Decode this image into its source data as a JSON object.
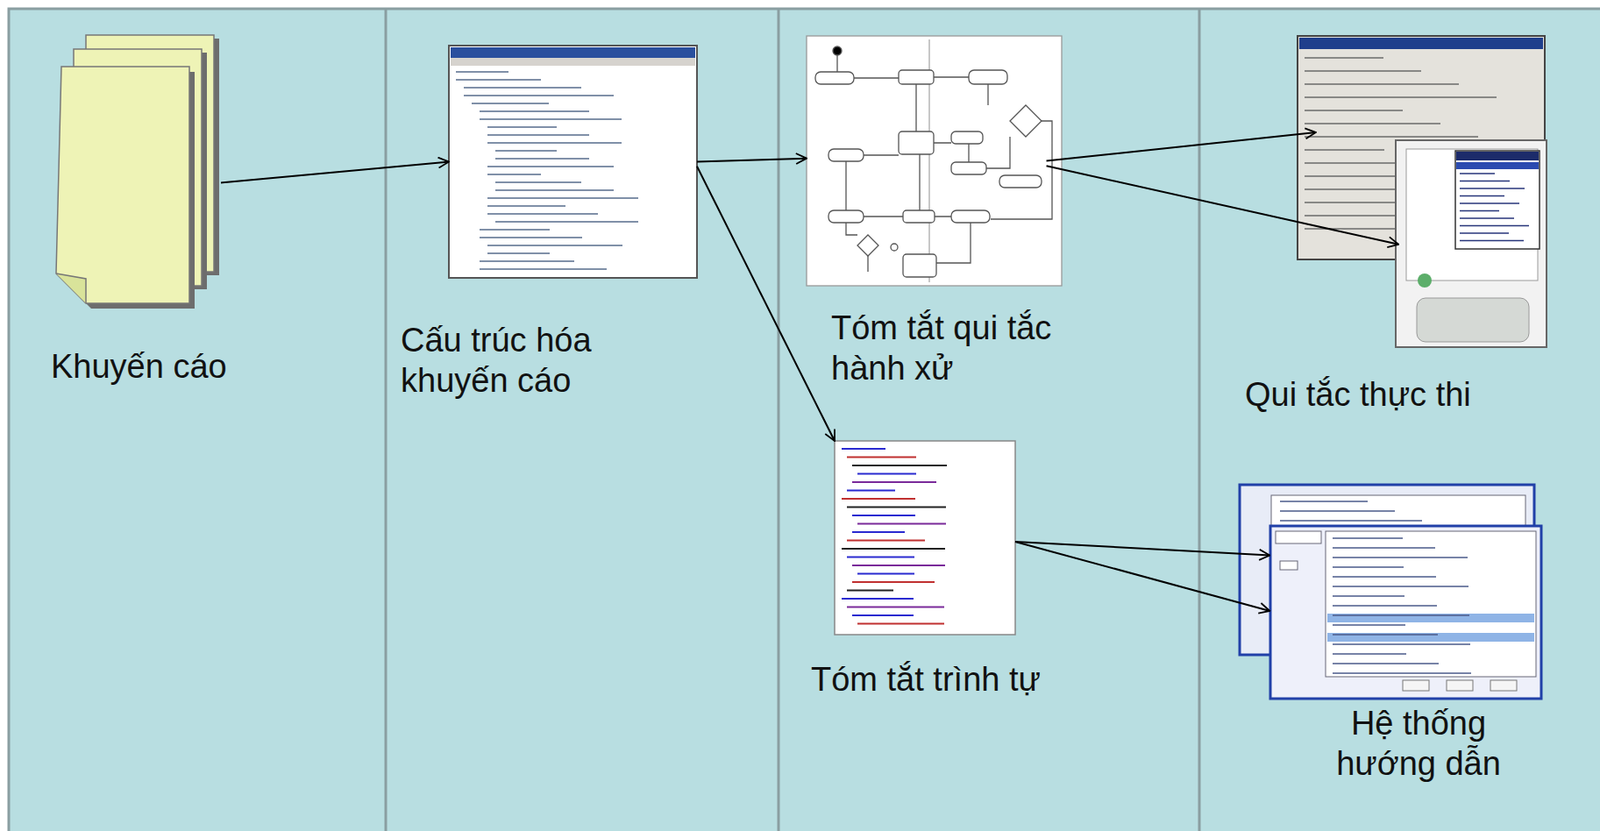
{
  "diagram": {
    "nodes": [
      {
        "text": [
          "Khuyến cáo"
        ]
      },
      {
        "text": [
          "Cấu trúc hóa khuyến cáo"
        ]
      },
      {
        "text": [
          "Tóm tắt qui tắc hành xử"
        ]
      },
      {
        "text": [
          "Tóm tắt trình tự"
        ]
      },
      {
        "text": [
          "Qui tắc thực thi"
        ]
      },
      {
        "text": [
          "Hệ thống hướng dẫn"
        ]
      }
    ],
    "edges": [
      {
        "from": 0,
        "to": 1,
        "arrow": "to"
      },
      {
        "from": 1,
        "to": 2,
        "arrow": "to"
      },
      {
        "from": 1,
        "to": 3,
        "arrow": "to"
      },
      {
        "from": 2,
        "to": 4,
        "arrow": "to"
      },
      {
        "from": 2,
        "to": 4,
        "arrow": "to"
      },
      {
        "from": 3,
        "to": 5,
        "arrow": "to"
      },
      {
        "from": 3,
        "to": 5,
        "arrow": "to"
      }
    ]
  }
}
